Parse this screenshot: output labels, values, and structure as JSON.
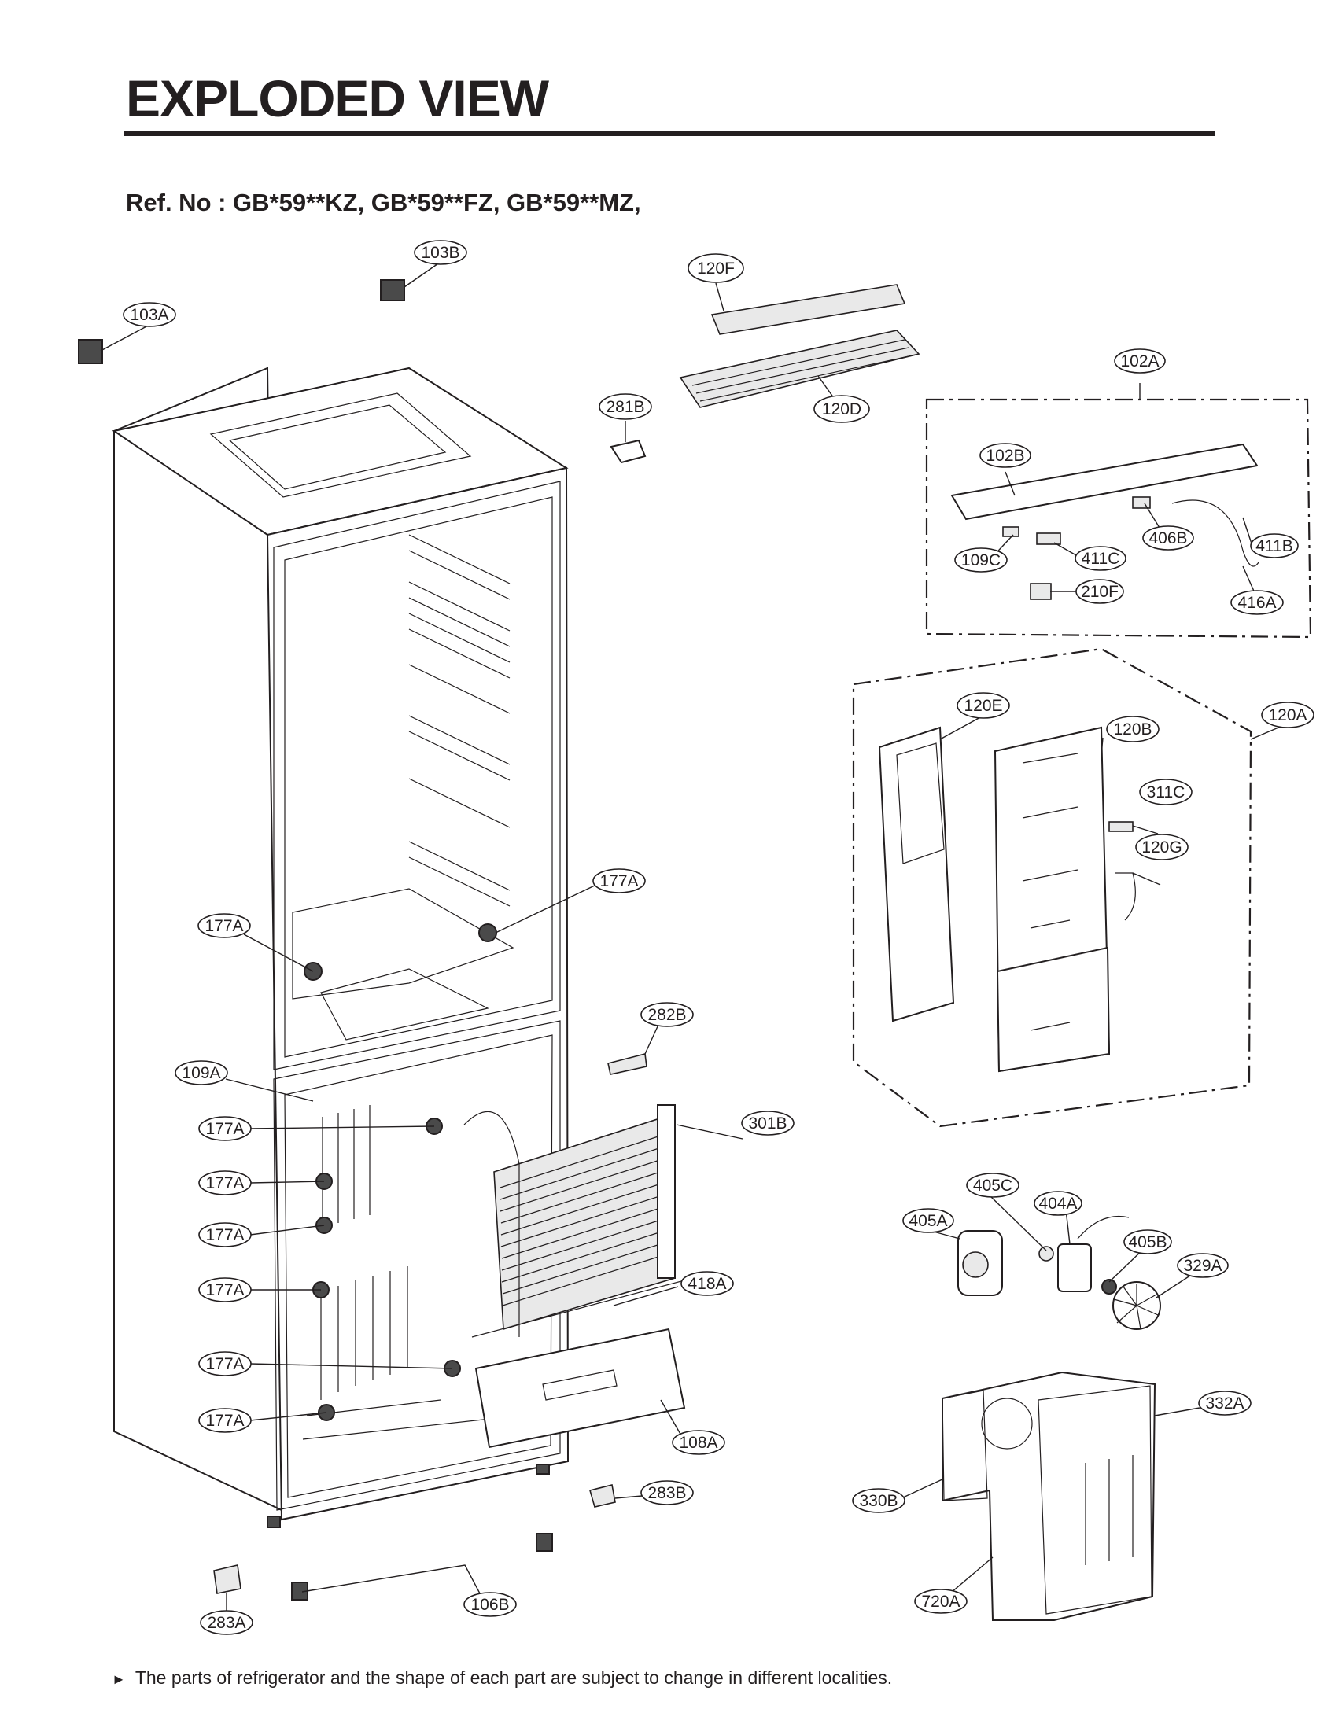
{
  "header": {
    "title": "EXPLODED VIEW",
    "ref_no": "Ref. No : GB*59**KZ, GB*59**FZ, GB*59**MZ,"
  },
  "footer": {
    "note_marker": "►",
    "note": "The parts of refrigerator and the shape of each part are subject to change in different localities."
  },
  "callouts": {
    "c103B": "103B",
    "c103A": "103A",
    "c120F": "120F",
    "c120D": "120D",
    "c281B": "281B",
    "c102A": "102A",
    "c102B": "102B",
    "c109C": "109C",
    "c411C": "411C",
    "c406B": "406B",
    "c411B": "411B",
    "c210F": "210F",
    "c416A": "416A",
    "c120E": "120E",
    "c120B": "120B",
    "c120A": "120A",
    "c311C": "311C",
    "c120G": "120G",
    "c177A_1": "177A",
    "c177A_2": "177A",
    "c282B": "282B",
    "c109A": "109A",
    "c301B": "301B",
    "c177A_3": "177A",
    "c177A_4": "177A",
    "c177A_5": "177A",
    "c177A_6": "177A",
    "c177A_7": "177A",
    "c177A_8": "177A",
    "c418A": "418A",
    "c108A": "108A",
    "c405C": "405C",
    "c404A": "404A",
    "c405A": "405A",
    "c405B": "405B",
    "c329A": "329A",
    "c332A": "332A",
    "c330B": "330B",
    "c720A": "720A",
    "c283B": "283B",
    "c106B": "106B",
    "c283A": "283A"
  }
}
